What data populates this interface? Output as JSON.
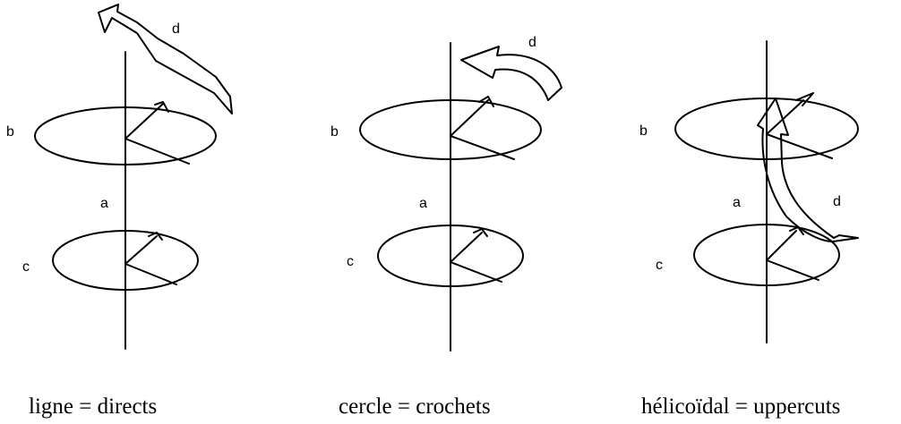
{
  "diagrams": [
    {
      "labels": {
        "a": "a",
        "b": "b",
        "c": "c",
        "d": "d"
      },
      "caption": "ligne = directs"
    },
    {
      "labels": {
        "a": "a",
        "b": "b",
        "c": "c",
        "d": "d"
      },
      "caption": "cercle = crochets"
    },
    {
      "labels": {
        "a": "a",
        "b": "b",
        "c": "c",
        "d": "d"
      },
      "caption": "hélicoïdal = uppercuts"
    }
  ]
}
